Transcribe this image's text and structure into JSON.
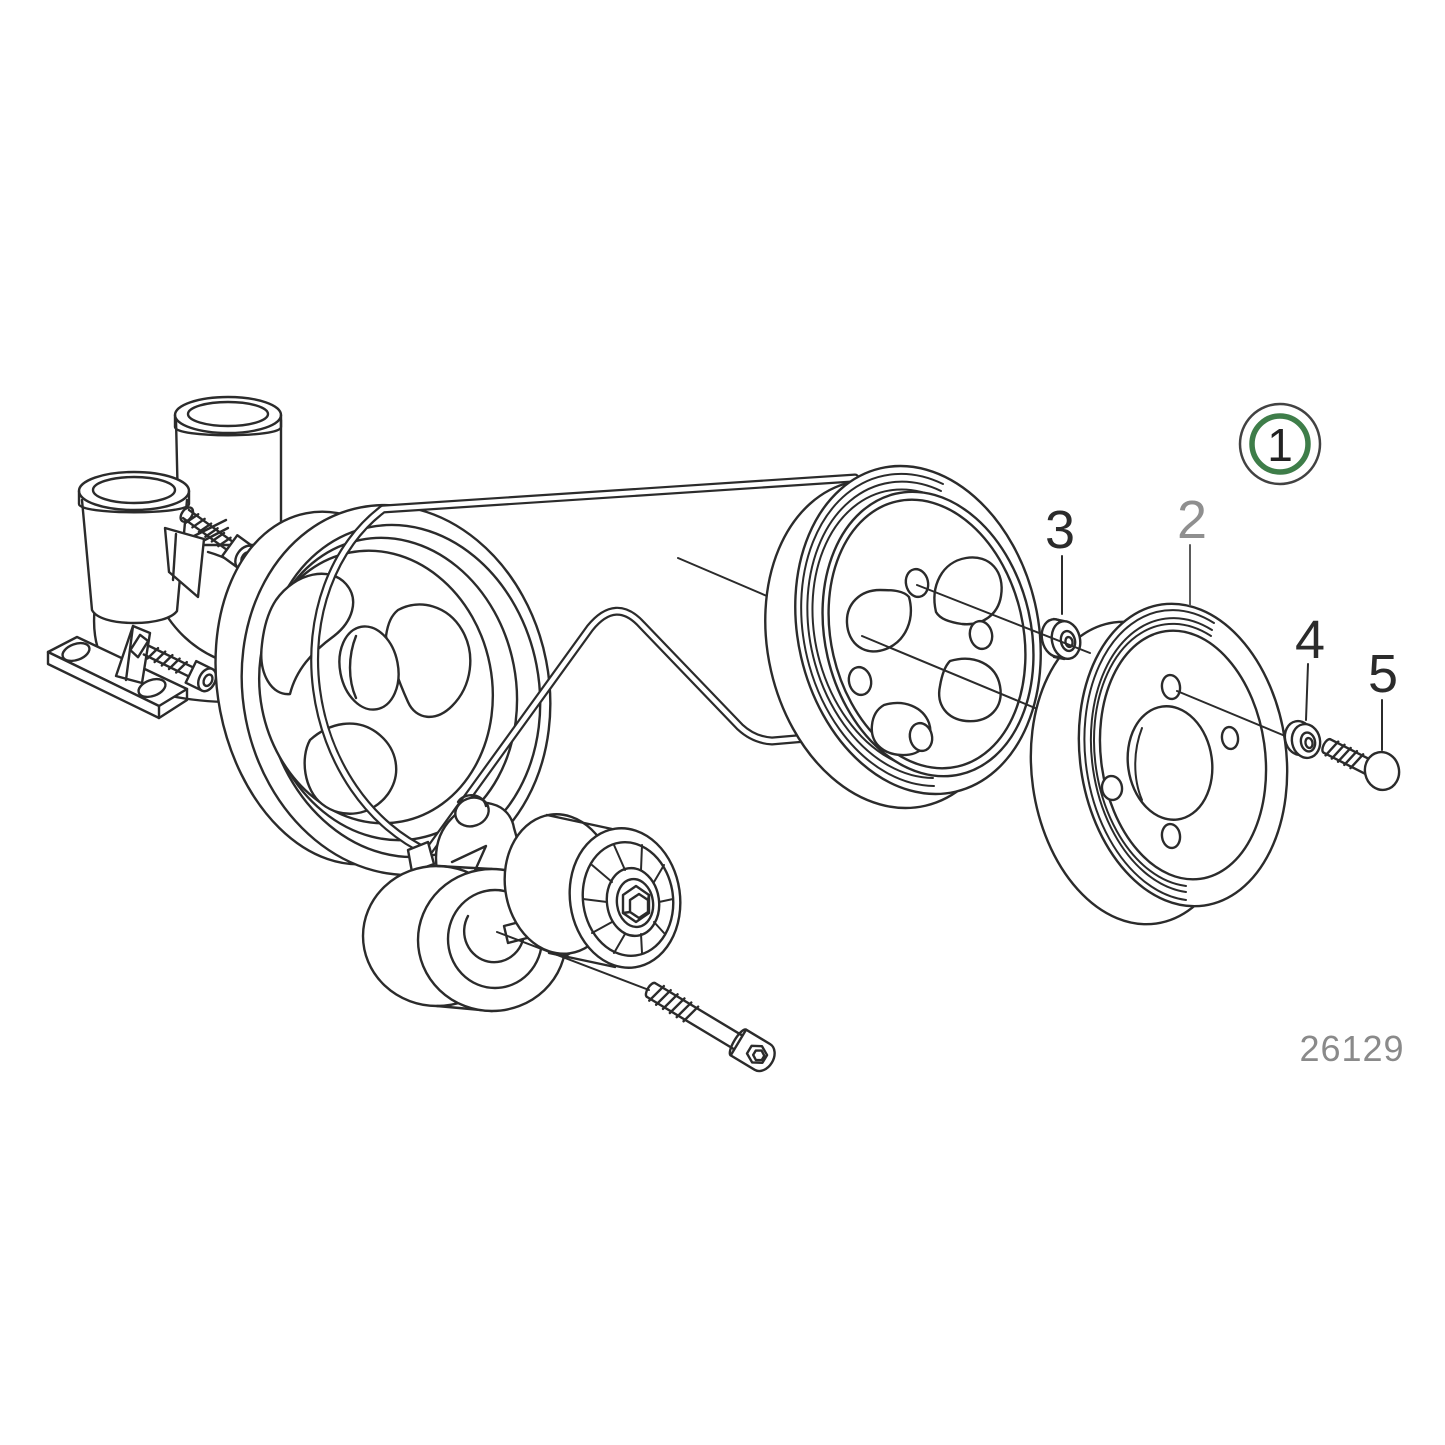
{
  "figure": {
    "number": "26129"
  },
  "callouts": [
    {
      "label": "1",
      "style": "circled-green"
    },
    {
      "label": "2",
      "style": "muted"
    },
    {
      "label": "3",
      "style": "plain"
    },
    {
      "label": "4",
      "style": "plain"
    },
    {
      "label": "5",
      "style": "plain"
    }
  ],
  "colors": {
    "line": "#2b2b2b",
    "background": "#ffffff",
    "muted_label": "#8f8f8f",
    "figure_number": "#8a8a8a",
    "callout_ring_green": "#3e7d49",
    "callout_ring_outer": "#424242"
  }
}
